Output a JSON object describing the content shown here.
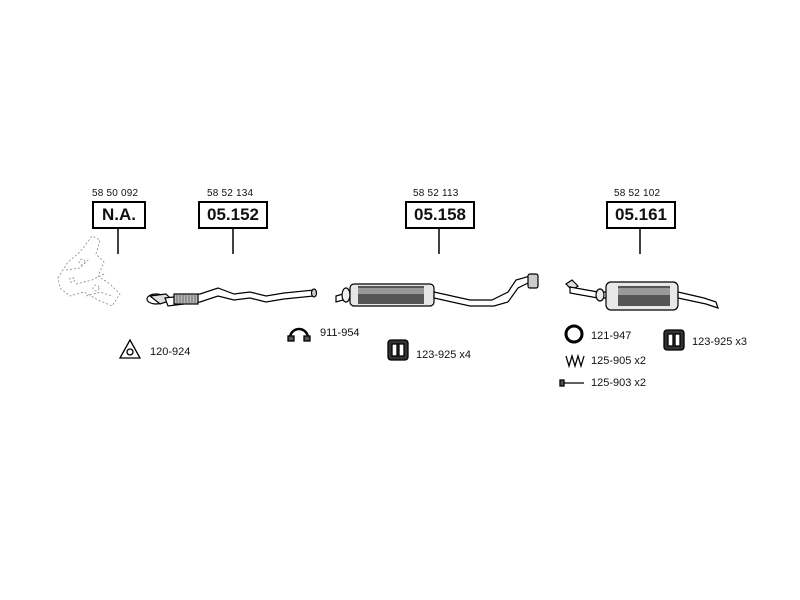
{
  "groups": [
    {
      "ref": "58 50 092",
      "code": "N.A."
    },
    {
      "ref": "58 52 134",
      "code": "05.152"
    },
    {
      "ref": "58 52 113",
      "code": "05.158"
    },
    {
      "ref": "58 52 102",
      "code": "05.161"
    }
  ],
  "parts": [
    {
      "label": "120-924",
      "icon": "gasket-triangle-icon"
    },
    {
      "label": "911-954",
      "icon": "clamp-icon"
    },
    {
      "label": "123-925 x4",
      "icon": "rubber-hanger-icon"
    },
    {
      "label": "121-947",
      "icon": "sealing-ring-icon"
    },
    {
      "label": "125-905 x2",
      "icon": "spring-icon"
    },
    {
      "label": "125-903 x2",
      "icon": "bolt-icon"
    },
    {
      "label": "123-925 x3",
      "icon": "rubber-hanger-icon"
    }
  ],
  "colors": {
    "line": "#000000",
    "fill_light": "#d9d9d9",
    "fill_dark": "#555555"
  }
}
